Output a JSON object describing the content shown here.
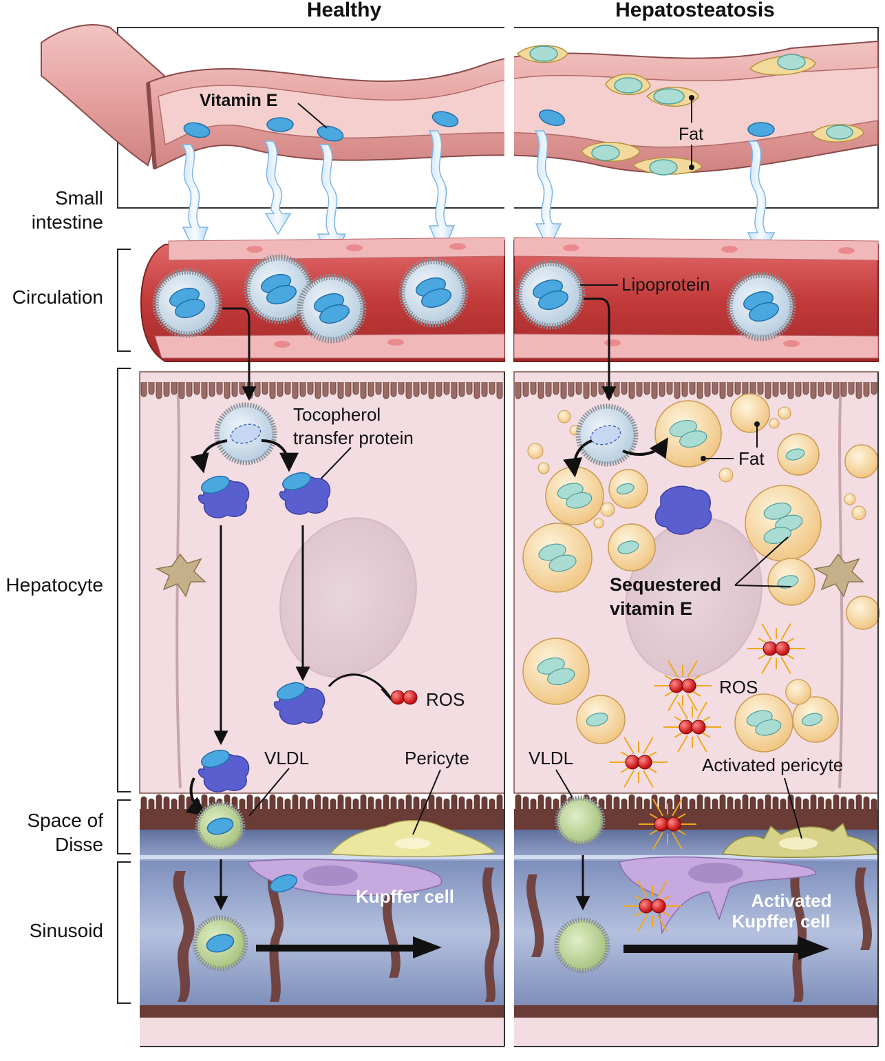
{
  "headings": {
    "healthy": "Healthy",
    "disease": "Hepatosteatosis"
  },
  "side_labels": {
    "small_intestine_1": "Small",
    "small_intestine_2": "intestine",
    "circulation": "Circulation",
    "hepatocyte": "Hepatocyte",
    "space_of_disse_1": "Space of",
    "space_of_disse_2": "Disse",
    "sinusoid": "Sinusoid"
  },
  "healthy_labels": {
    "vitamin_e": "Vitamin E",
    "ttp_1": "Tocopherol",
    "ttp_2": "transfer protein",
    "ros": "ROS",
    "vldl": "VLDL",
    "pericyte": "Pericyte",
    "kupffer": "Kupffer cell"
  },
  "disease_labels": {
    "fat_intestine": "Fat",
    "lipoprotein": "Lipoprotein",
    "fat_hepatocyte": "Fat",
    "sequestered_1": "Sequestered",
    "sequestered_2": "vitamin E",
    "ros": "ROS",
    "vldl": "VLDL",
    "activated_pericyte": "Activated pericyte",
    "activated_kupffer_1": "Activated",
    "activated_kupffer_2": "Kupffer cell"
  },
  "colors": {
    "intestine": "#e8a9a6",
    "vessel": "#c23a3a",
    "hepatocyte": "#f3dde2",
    "membrane": "#7a4f4a",
    "sinusoid": "#8f9fc6",
    "vitamin_e": "#4aa7e0",
    "ttp": "#6367d8",
    "ros": "#d21a1a",
    "fat": "#f5d59e",
    "vldl": "#bcd49a",
    "pericyte": "#ebe7a0",
    "kupffer": "#c6a9de"
  }
}
